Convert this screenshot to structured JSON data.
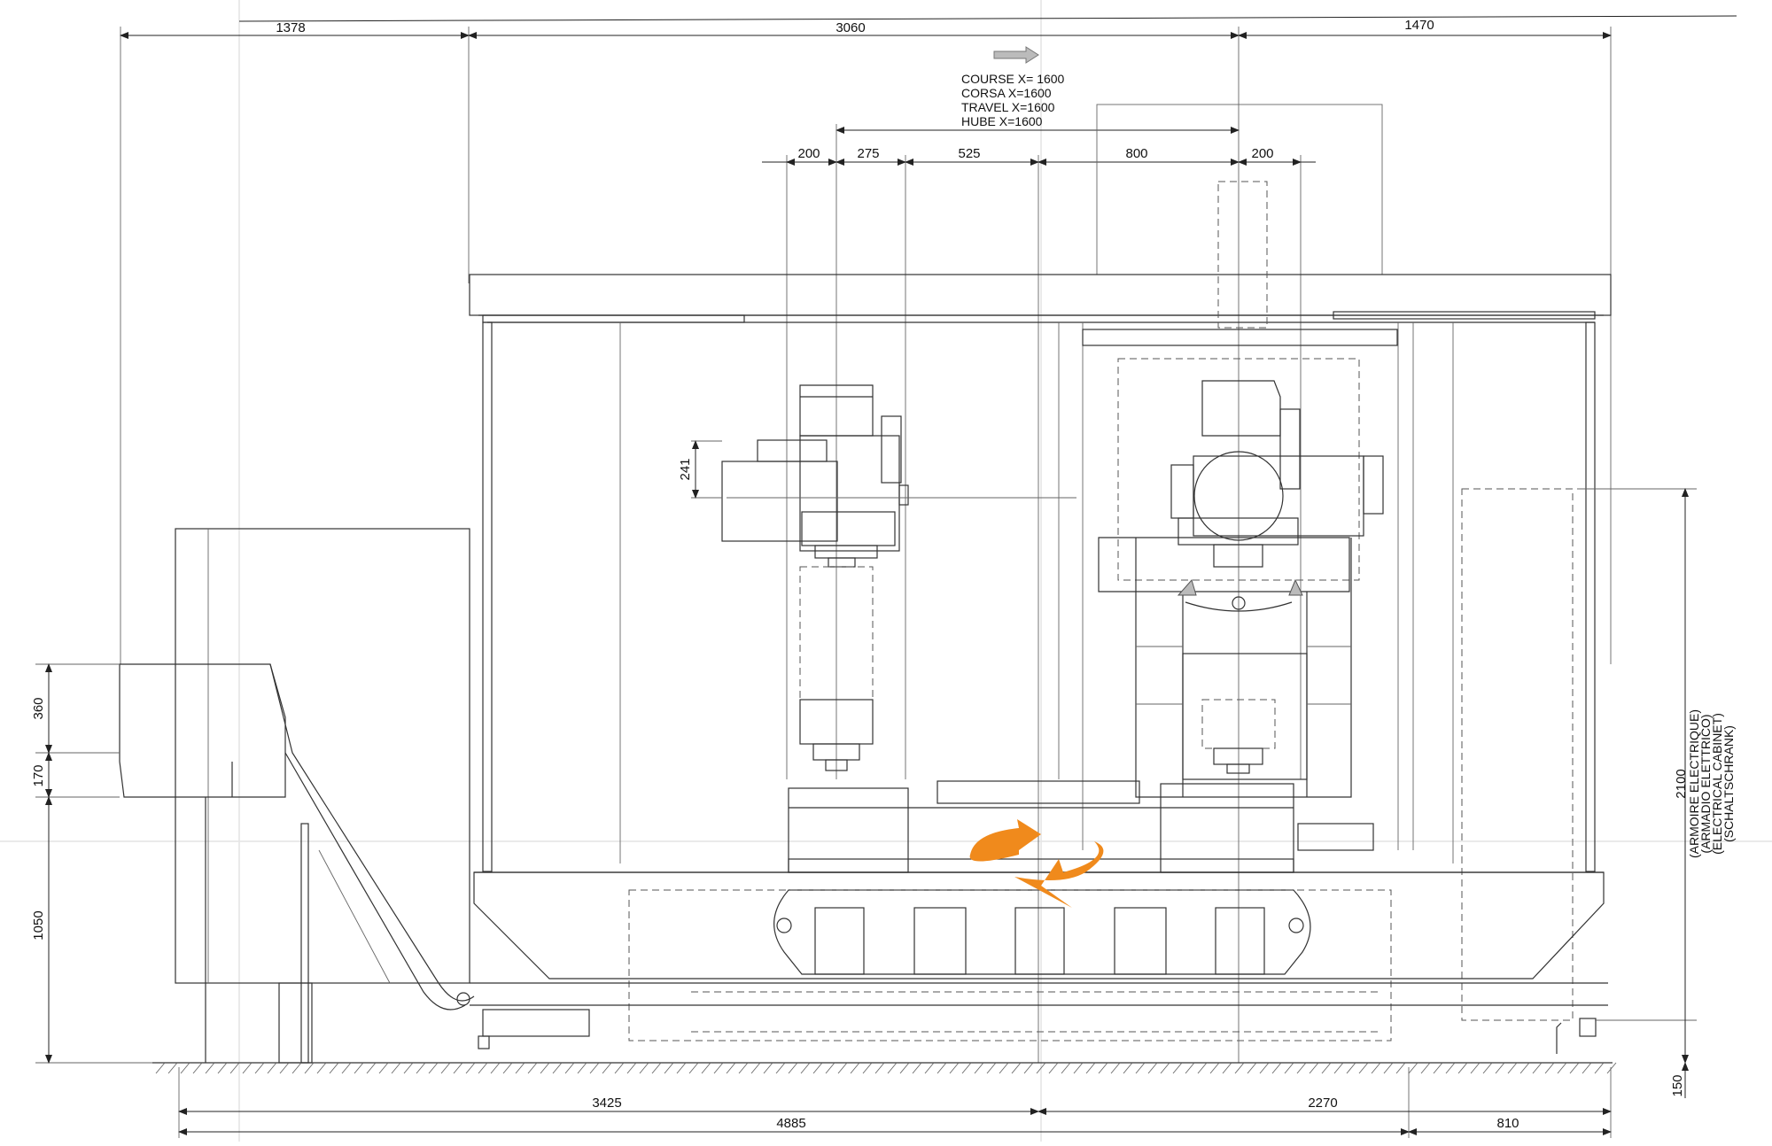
{
  "drawing": {
    "top_dimensions": [
      "1378",
      "3060",
      "1470"
    ],
    "travel_note": [
      "COURSE X=  1600",
      "CORSA  X=1600",
      "TRAVEL X=1600",
      "HUBE  X=1600"
    ],
    "head_dimensions": [
      "200",
      "275",
      "525",
      "800",
      "200"
    ],
    "left_dimensions": [
      "360",
      "170",
      "1050"
    ],
    "spindle_offset": "241",
    "bottom_dimensions": [
      "3425",
      "2270",
      "4885",
      "810"
    ],
    "right_height": "2100",
    "cabinet_labels": [
      "(ARMOIRE ELECTRIQUE)",
      "(ARMADIO ELETTRICO)",
      "(ELECTRICAL CABINET)",
      "(SCHALTSCHRANK)"
    ],
    "right_base": "150",
    "accent_color": "#f08a1c",
    "icons": [
      "travel-arrow-icon",
      "rotation-arrows-icon"
    ]
  }
}
